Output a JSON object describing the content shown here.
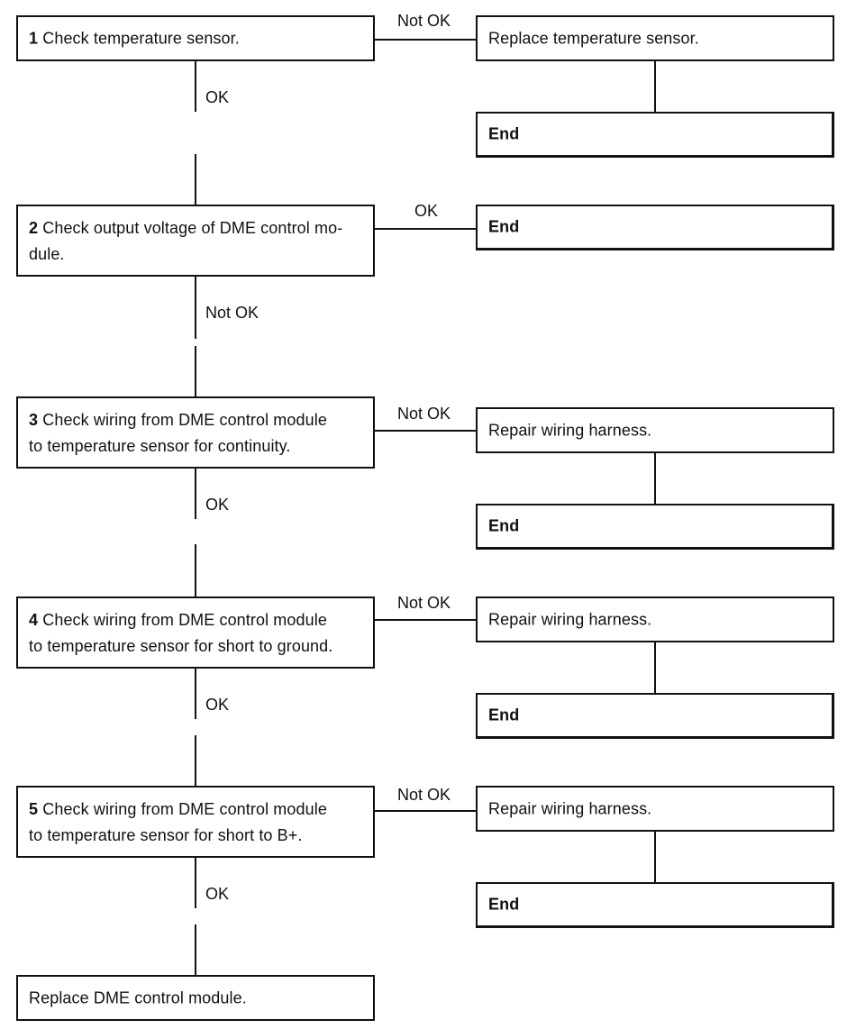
{
  "steps": [
    {
      "num": "1",
      "text": "Check temperature sensor."
    },
    {
      "num": "2",
      "text": "Check output voltage of DME control mo-dule."
    },
    {
      "num": "3",
      "text": "Check wiring from DME control module to temperature sensor for continuity."
    },
    {
      "num": "4",
      "text": "Check wiring from DME control module to temperature sensor for short to ground."
    },
    {
      "num": "5",
      "text": "Check wiring from DME control module to temperature sensor for short to B+."
    }
  ],
  "step2_lines": [
    "Check output voltage of DME control mo-",
    "dule."
  ],
  "step3_lines": [
    "Check wiring from DME control module",
    "to temperature sensor for continuity."
  ],
  "step4_lines": [
    "Check wiring from DME control module",
    "to temperature sensor for short to ground."
  ],
  "step5_lines": [
    "Check wiring from DME control module",
    "to temperature sensor for short to B+."
  ],
  "actions": {
    "replace_sensor": "Replace temperature sensor.",
    "repair_wiring": "Repair wiring harness.",
    "replace_dme": "Replace DME control module.",
    "end": "End"
  },
  "labels": {
    "ok": "OK",
    "not_ok": "Not OK"
  }
}
